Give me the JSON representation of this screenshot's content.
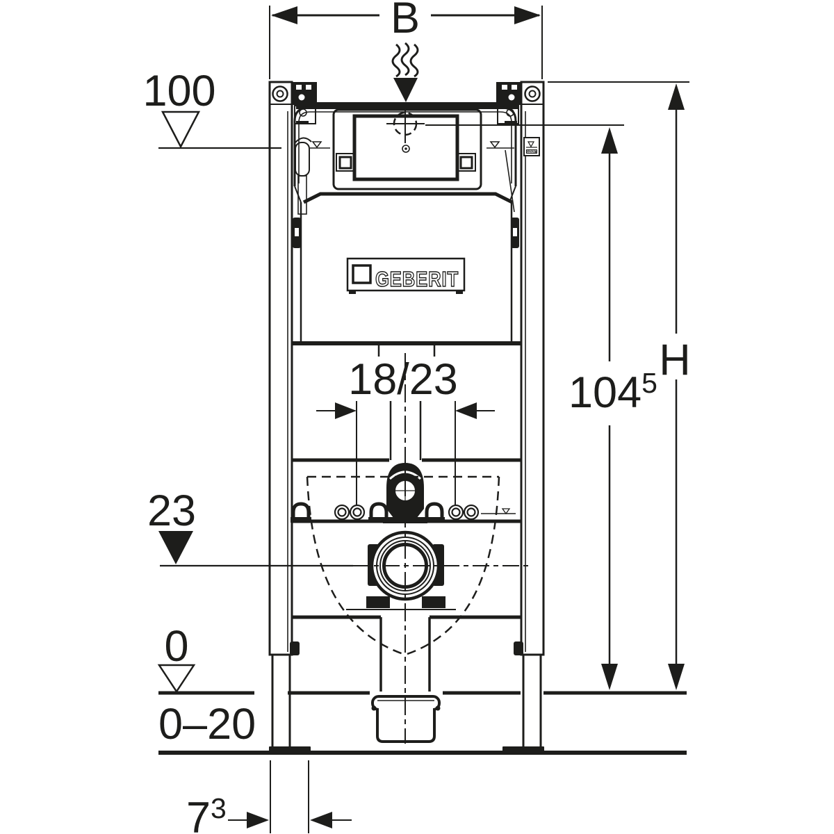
{
  "drawing_type": "installation-element-dimension-drawing",
  "colors": {
    "ink": "#1d1d1b",
    "paper": "#ffffff"
  },
  "labels": {
    "width": "B",
    "total_height": "H",
    "height_to_crosshair": {
      "value": "104",
      "sup": "5"
    },
    "level_top": "100",
    "level_outlet": "23",
    "level_zero": "0",
    "floor_buildup_range": "0–20",
    "foot_plate_width": {
      "value": "7",
      "sup": "3"
    },
    "supply_connection_offset": "18/23"
  },
  "brand": {
    "logo": "GEBERIT",
    "sticker": "GEBERIT"
  },
  "icons": [
    "odor-extraction-icon",
    "crosshair-target-icon",
    "water-level-icon",
    "datum-triangle-open-icon",
    "datum-triangle-filled-icon",
    "dimension-arrow-icon"
  ]
}
